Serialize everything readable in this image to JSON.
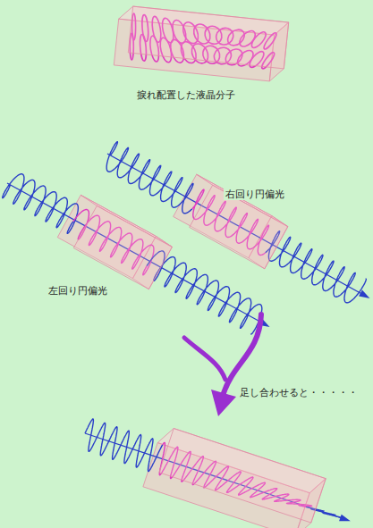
{
  "diagram": {
    "labels": [
      "捩れ配置した液晶分子",
      "右回り円偏光",
      "左回り円偏光",
      "足し合わせると・・・・・"
    ]
  }
}
